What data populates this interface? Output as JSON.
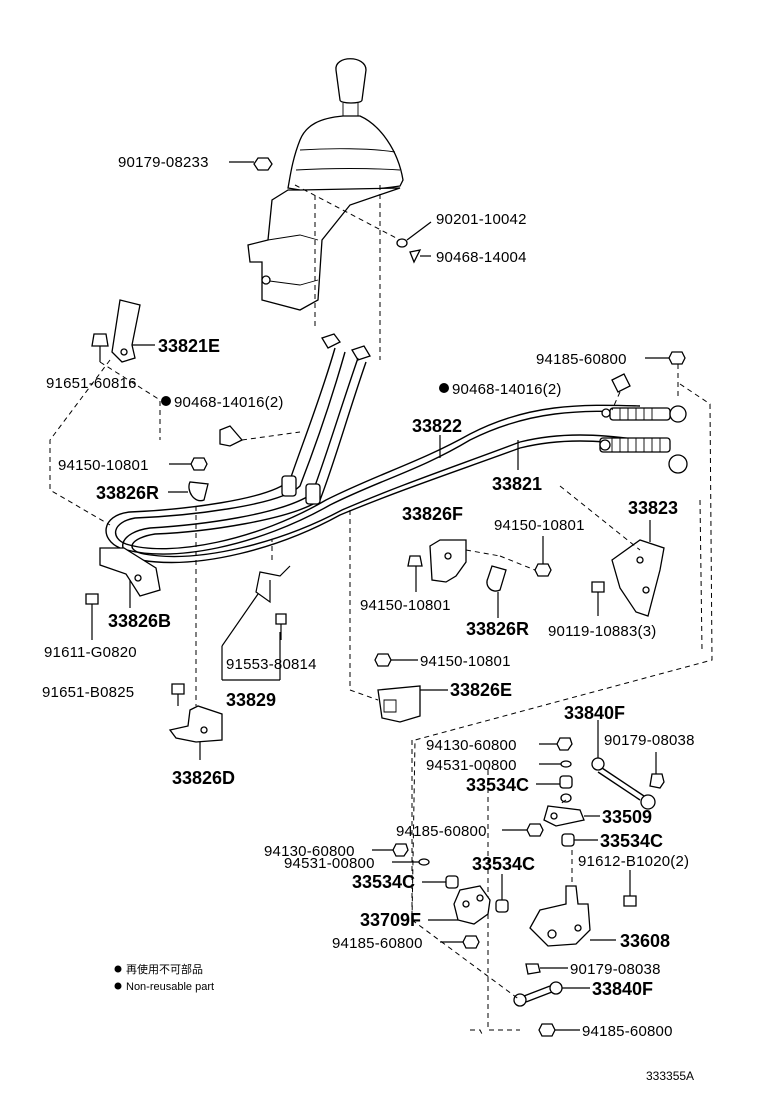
{
  "labels": {
    "p90179_08233": "90179-08233",
    "p90201_10042": "90201-10042",
    "p90468_14004": "90468-14004",
    "p33821E": "33821E",
    "p91651_60816": "91651-60816",
    "p90468_14016_a": "90468-14016(2)",
    "p94185_60800_a": "94185-60800",
    "p90468_14016_b": "90468-14016(2)",
    "p33822": "33822",
    "p94150_10801_a": "94150-10801",
    "p33821": "33821",
    "p33826R_a": "33826R",
    "p33826F": "33826F",
    "p94150_10801_b": "94150-10801",
    "p33823": "33823",
    "p94150_10801_c": "94150-10801",
    "p33826R_b": "33826R",
    "p90119_10883": "90119-10883(3)",
    "p33826B": "33826B",
    "p91611_G0820": "91611-G0820",
    "p91553_80814": "91553-80814",
    "p94150_10801_d": "94150-10801",
    "p91651_B0825": "91651-B0825",
    "p33829": "33829",
    "p33826E": "33826E",
    "p33826D": "33826D",
    "p33840F_a": "33840F",
    "p94130_60800_a": "94130-60800",
    "p90179_08038_a": "90179-08038",
    "p94531_00800_a": "94531-00800",
    "p33534C_a": "33534C",
    "p33509": "33509",
    "p94185_60800_b": "94185-60800",
    "p94130_60800_b": "94130-60800",
    "p33534C_b": "33534C",
    "p94531_00800_b": "94531-00800",
    "p33534C_c": "33534C",
    "p91612_B1020": "91612-B1020(2)",
    "p33534C_d": "33534C",
    "p33709F": "33709F",
    "p33608": "33608",
    "p94185_60800_c": "94185-60800",
    "p90179_08038_b": "90179-08038",
    "p33840F_b": "33840F",
    "p94185_60800_d": "94185-60800"
  },
  "legend": {
    "jp": "再使用不可部品",
    "en": "Non-reusable part"
  },
  "illustration_code": "333355A"
}
